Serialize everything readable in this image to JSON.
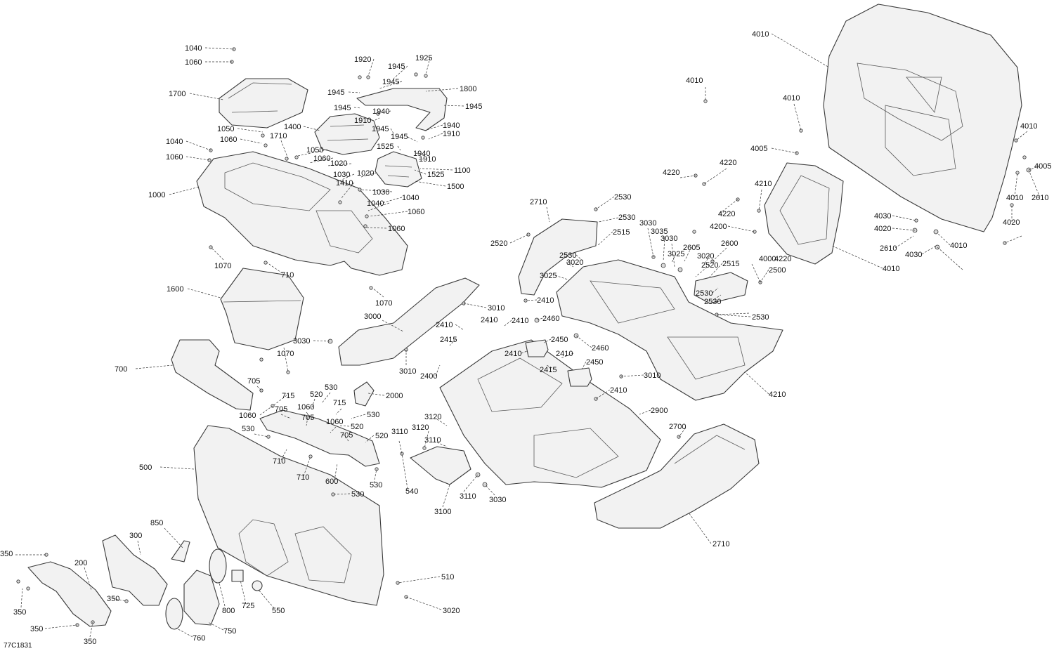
{
  "drawing_ref": "77C1831",
  "labels": [
    "1040",
    "1060",
    "1700",
    "1920",
    "1945",
    "1925",
    "1945",
    "1945",
    "1800",
    "1945",
    "1945",
    "1940",
    "1910",
    "1945",
    "1940",
    "1910",
    "1400",
    "1050",
    "1060",
    "1710",
    "1040",
    "1060",
    "1050",
    "1060",
    "1020",
    "1945",
    "1525",
    "1940",
    "1910",
    "1100",
    "1020",
    "1030",
    "1410",
    "1525",
    "1500",
    "1030",
    "1040",
    "1040",
    "1060",
    "1060",
    "1000",
    "1070",
    "710",
    "1070",
    "1600",
    "3000",
    "3010",
    "3030",
    "3010",
    "1070",
    "700",
    "705",
    "715",
    "520",
    "530",
    "2000",
    "1060",
    "705",
    "1060",
    "705",
    "715",
    "530",
    "520",
    "1060",
    "705",
    "520",
    "530",
    "710",
    "710",
    "600",
    "530",
    "540",
    "530",
    "500",
    "3110",
    "3120",
    "3110",
    "3120",
    "3100",
    "3110",
    "3030",
    "850",
    "300",
    "200",
    "350",
    "350",
    "350",
    "350",
    "350",
    "760",
    "750",
    "800",
    "725",
    "550",
    "510",
    "3020",
    "2410",
    "2415",
    "2410",
    "2410",
    "2460",
    "2450",
    "2410",
    "2410",
    "2460",
    "2415",
    "2450",
    "2410",
    "2410",
    "2400",
    "3010",
    "2900",
    "2700",
    "2710",
    "2710",
    "2530",
    "2520",
    "2530",
    "2515",
    "2530",
    "3020",
    "3025",
    "3030",
    "3035",
    "3030",
    "3025",
    "2605",
    "3020",
    "2600",
    "2520",
    "2515",
    "2530",
    "2530",
    "2500",
    "2530",
    "4210",
    "4220",
    "4220",
    "4220",
    "4210",
    "4220",
    "4200",
    "4000",
    "4010",
    "4010",
    "4010",
    "4010",
    "4005",
    "4010",
    "4005",
    "4010",
    "2610",
    "4020",
    "4030",
    "4020",
    "2610",
    "4030",
    "4010"
  ]
}
